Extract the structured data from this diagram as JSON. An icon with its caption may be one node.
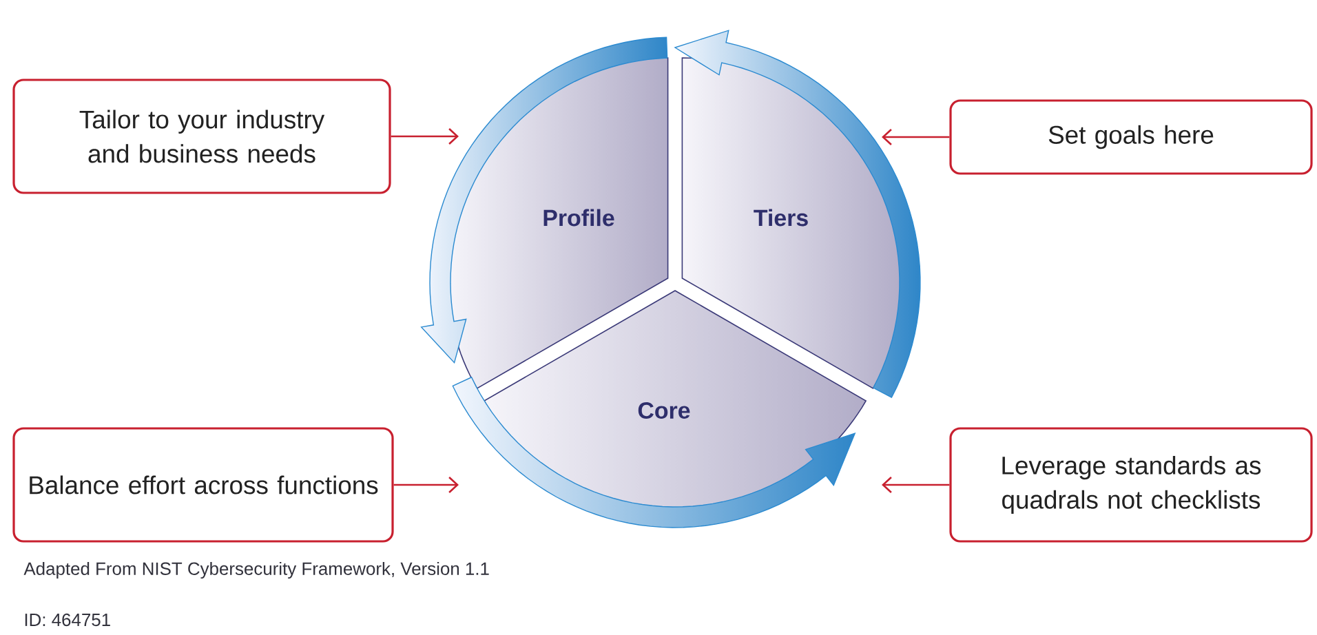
{
  "diagram": {
    "nodes": [
      {
        "text": [
          "Tailor to your industry and business needs"
        ]
      },
      {
        "text": [
          "Set goals here"
        ]
      },
      {
        "text": [
          "Profile"
        ]
      },
      {
        "text": [
          "Tiers"
        ]
      },
      {
        "text": [
          "Core"
        ]
      },
      {
        "text": [
          "Balance effort across functions"
        ]
      },
      {
        "text": [
          "Leverage standards as quadrals not checklists"
        ]
      }
    ],
    "edges": [
      {
        "from": 0,
        "to": 2,
        "arrow": "to"
      },
      {
        "from": 1,
        "to": 3,
        "arrow": "to"
      },
      {
        "from": 5,
        "to": 4,
        "arrow": "to"
      },
      {
        "from": 6,
        "to": 4,
        "arrow": "to"
      }
    ],
    "labels": [
      "Adapted From NIST Cybersecurity Framework, Version 1.1",
      "ID: 464751"
    ]
  }
}
